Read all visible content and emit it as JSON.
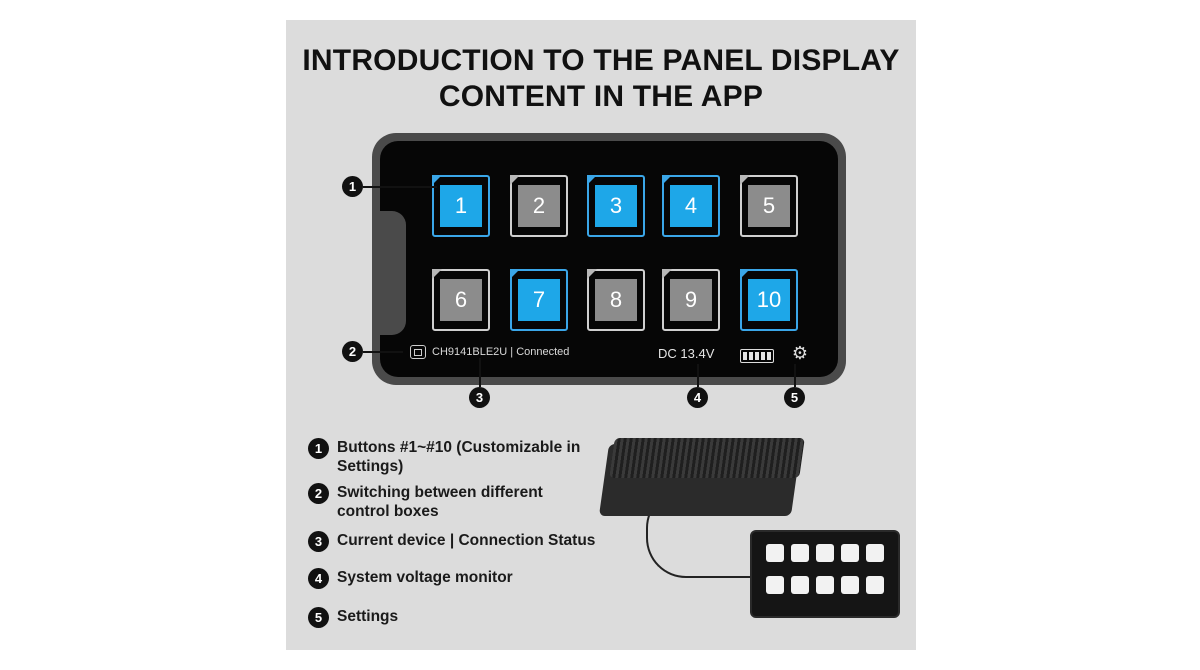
{
  "title": {
    "line1": "INTRODUCTION TO THE PANEL DISPLAY",
    "line2": "CONTENT IN THE APP"
  },
  "panel": {
    "buttons": [
      {
        "label": "1",
        "state": "on"
      },
      {
        "label": "2",
        "state": "off"
      },
      {
        "label": "3",
        "state": "on"
      },
      {
        "label": "4",
        "state": "on"
      },
      {
        "label": "5",
        "state": "off"
      },
      {
        "label": "6",
        "state": "off"
      },
      {
        "label": "7",
        "state": "on"
      },
      {
        "label": "8",
        "state": "off"
      },
      {
        "label": "9",
        "state": "off"
      },
      {
        "label": "10",
        "state": "on"
      }
    ],
    "device_name": "CH9141BLE2U",
    "connection_status": "Connected",
    "voltage": "DC 13.4V",
    "battery_icon": "battery-full-icon",
    "settings_icon": "gear-icon",
    "colors": {
      "on": "#1ea7e8",
      "off": "#8c8c8c"
    }
  },
  "markers": [
    "1",
    "2",
    "3",
    "4",
    "5"
  ],
  "legend": [
    {
      "number": "1",
      "line1": "Buttons #1~#10 (Customizable in",
      "line2": "Settings)"
    },
    {
      "number": "2",
      "line1": "Switching between different",
      "line2": "control boxes"
    },
    {
      "number": "3",
      "line1": "Current device | Connection Status",
      "line2": ""
    },
    {
      "number": "4",
      "line1": "System voltage monitor",
      "line2": ""
    },
    {
      "number": "5",
      "line1": "Settings",
      "line2": ""
    }
  ]
}
